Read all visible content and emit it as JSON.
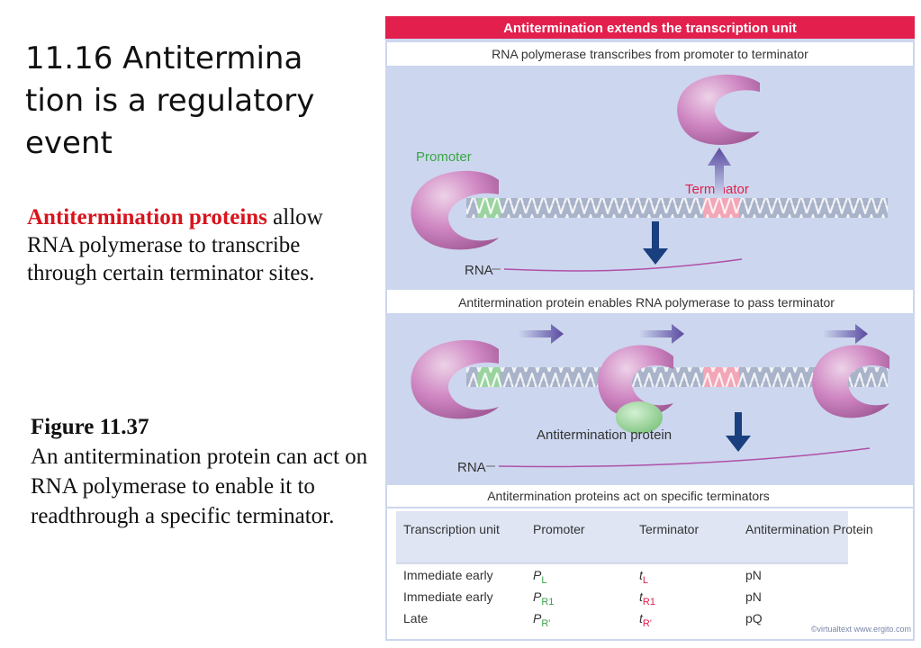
{
  "slide": {
    "title": "11.16 Antitermina tion is a regulatory event",
    "highlight": "Antitermination proteins",
    "body_rest": "allow RNA polymerase to transcribe through certain terminator sites.",
    "figure_label": "Figure 11.37",
    "caption": "An antitermination protein can act on RNA polymerase to enable it to readthrough a specific terminator."
  },
  "figure": {
    "header": "Antitermination extends the transcription unit",
    "panel1_title": "RNA polymerase transcribes from promoter to terminator",
    "promoter_label": "Promoter",
    "terminator_label": "Terminator",
    "rna_label_1": "RNA",
    "panel2_title": "Antitermination protein enables RNA polymerase to pass terminator",
    "antitermination_protein_label": "Antitermination protein",
    "rna_label_2": "RNA",
    "panel3_title": "Antitermination proteins act on specific terminators",
    "table": {
      "headers": [
        "Transcription unit",
        "Promoter",
        "Terminator",
        "Antitermination Protein"
      ],
      "rows": [
        {
          "unit": "Immediate early",
          "promoter_main": "P",
          "promoter_sub": "L",
          "terminator_main": "t",
          "terminator_sub": "L",
          "protein": "pN"
        },
        {
          "unit": "Immediate early",
          "promoter_main": "P",
          "promoter_sub": "R1",
          "terminator_main": "t",
          "terminator_sub": "R1",
          "protein": "pN"
        },
        {
          "unit": "Late",
          "promoter_main": "P",
          "promoter_sub": "R'",
          "terminator_main": "t",
          "terminator_sub": "R'",
          "protein": "pQ"
        }
      ]
    },
    "watermark": "©virtualtext  www.ergito.com",
    "colors": {
      "header_bg": "#e21f4d",
      "panel_bg": "#ccd6ee",
      "polymerase": "#c878b8",
      "promoter_green": "#3aa648",
      "terminator_red": "#e0204c",
      "arrow_blue": "#1a3f7f",
      "antitermination_protein": "#8ed08e"
    }
  }
}
